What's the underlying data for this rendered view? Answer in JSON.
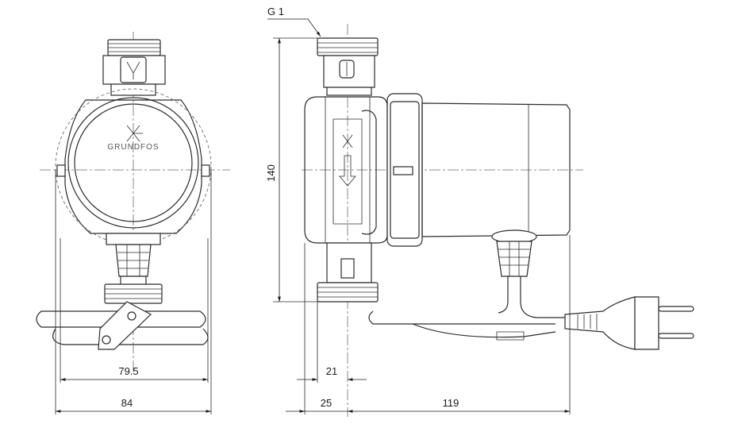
{
  "thread_label": "G 1",
  "brand_logo": "GRUNDFOS",
  "dimensions": {
    "height_140": "140",
    "width_79_5": "79.5",
    "width_84": "84",
    "dim_21": "21",
    "dim_25": "25",
    "dim_119": "119"
  }
}
